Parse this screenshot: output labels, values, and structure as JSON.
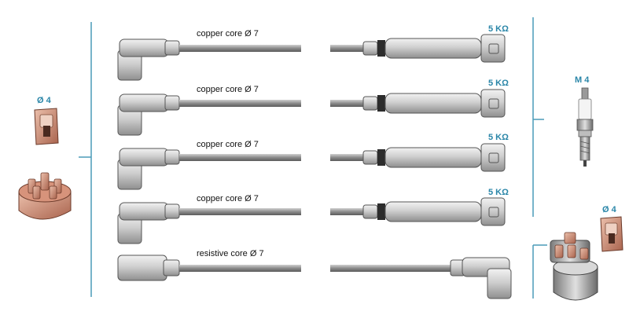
{
  "colors": {
    "bracket": "#4a9bb8",
    "label_blue": "#2a86a8",
    "cable": "#8a8a8a",
    "cable_dark": "#555555",
    "boot": "#c9c9c9",
    "cap_brown": "#c98a72"
  },
  "left_parts": {
    "rotor_label": "Ø 4",
    "rotor_icon": "rotor-arm-icon",
    "cap_icon": "distributor-cap-icon"
  },
  "cables": [
    {
      "label": "copper  core Ø 7",
      "resistance": "5 KΩ"
    },
    {
      "label": "copper  core Ø 7",
      "resistance": "5 KΩ"
    },
    {
      "label": "copper  core Ø 7",
      "resistance": "5 KΩ"
    },
    {
      "label": "copper  core Ø 7",
      "resistance": "5 KΩ"
    },
    {
      "label": "resistive core Ø 7",
      "resistance": ""
    }
  ],
  "right_parts": {
    "plug_label": "M 4",
    "plug_icon": "spark-plug-icon",
    "rotor_label": "Ø 4",
    "rotor_icon": "rotor-arm-icon",
    "coil_icon": "ignition-coil-icon"
  }
}
